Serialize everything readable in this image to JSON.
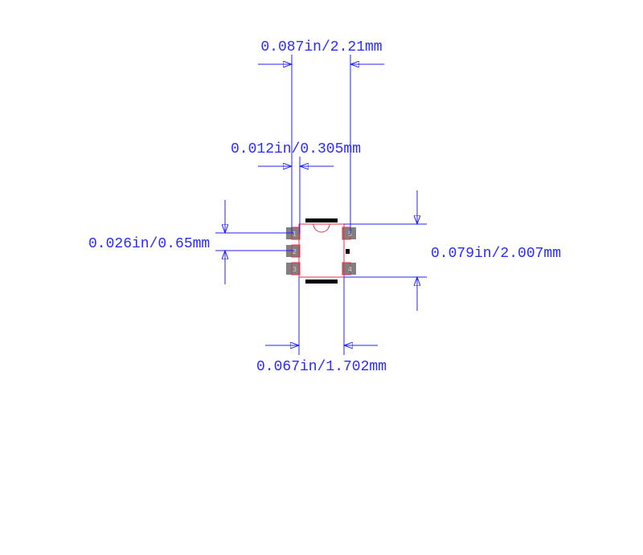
{
  "dimensions": {
    "overall_pad_span": "0.087in/2.21mm",
    "pad_width": "0.012in/0.305mm",
    "pitch": "0.026in/0.65mm",
    "body_length": "0.079in/2.007mm",
    "body_width": "0.067in/1.702mm"
  },
  "pins": [
    "1",
    "2",
    "3",
    "4",
    "5"
  ],
  "colors": {
    "dimension": "#2020ff",
    "outline": "#e0304a",
    "pad": "#808080",
    "silk": "#000000"
  }
}
